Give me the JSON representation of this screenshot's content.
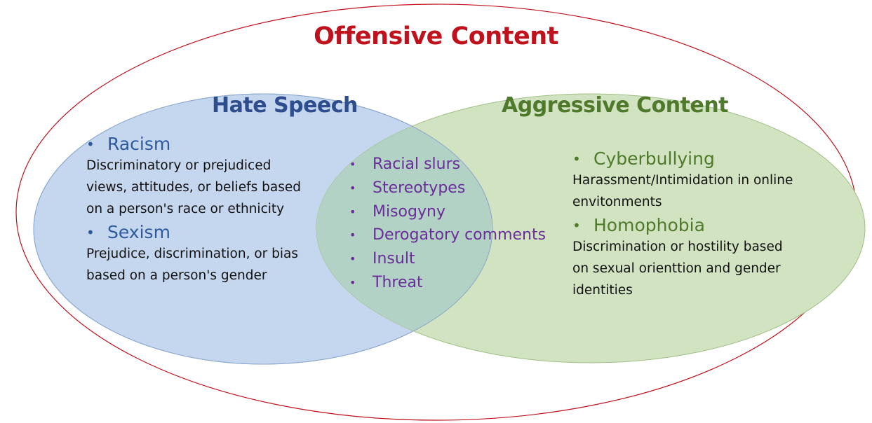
{
  "colors": {
    "outer_border": "#c0121d",
    "hate_fill": "#c5d7ee",
    "aggressive_fill": "#d1e3c0",
    "overlap_fill": "#b3d2c6",
    "title_red": "#c0121d",
    "hate_blue": "#2e4d8f",
    "aggressive_green": "#4f7a2c",
    "overlap_purple": "#6a2d9a"
  },
  "outer": {
    "title": "Offensive Content"
  },
  "hate_speech": {
    "title": "Hate Speech",
    "items": [
      {
        "label": "Racism",
        "description_lines": [
          "Discriminatory or prejudiced",
          "views, attitudes, or beliefs based",
          "on a person's race or ethnicity"
        ]
      },
      {
        "label": "Sexism",
        "description_lines": [
          "Prejudice, discrimination, or bias",
          "based on a person's gender"
        ]
      }
    ]
  },
  "aggressive_content": {
    "title": "Aggressive Content",
    "items": [
      {
        "label": "Cyberbullying",
        "description_lines": [
          "Harassment/Intimidation in online",
          "envitonments"
        ]
      },
      {
        "label": "Homophobia",
        "description_lines": [
          "Discrimination or hostility based",
          "on sexual orienttion and gender",
          "identities"
        ]
      }
    ]
  },
  "overlap": {
    "items": [
      "Racial slurs",
      "Stereotypes",
      "Misogyny",
      "Derogatory comments",
      "Insult",
      "Threat"
    ]
  }
}
